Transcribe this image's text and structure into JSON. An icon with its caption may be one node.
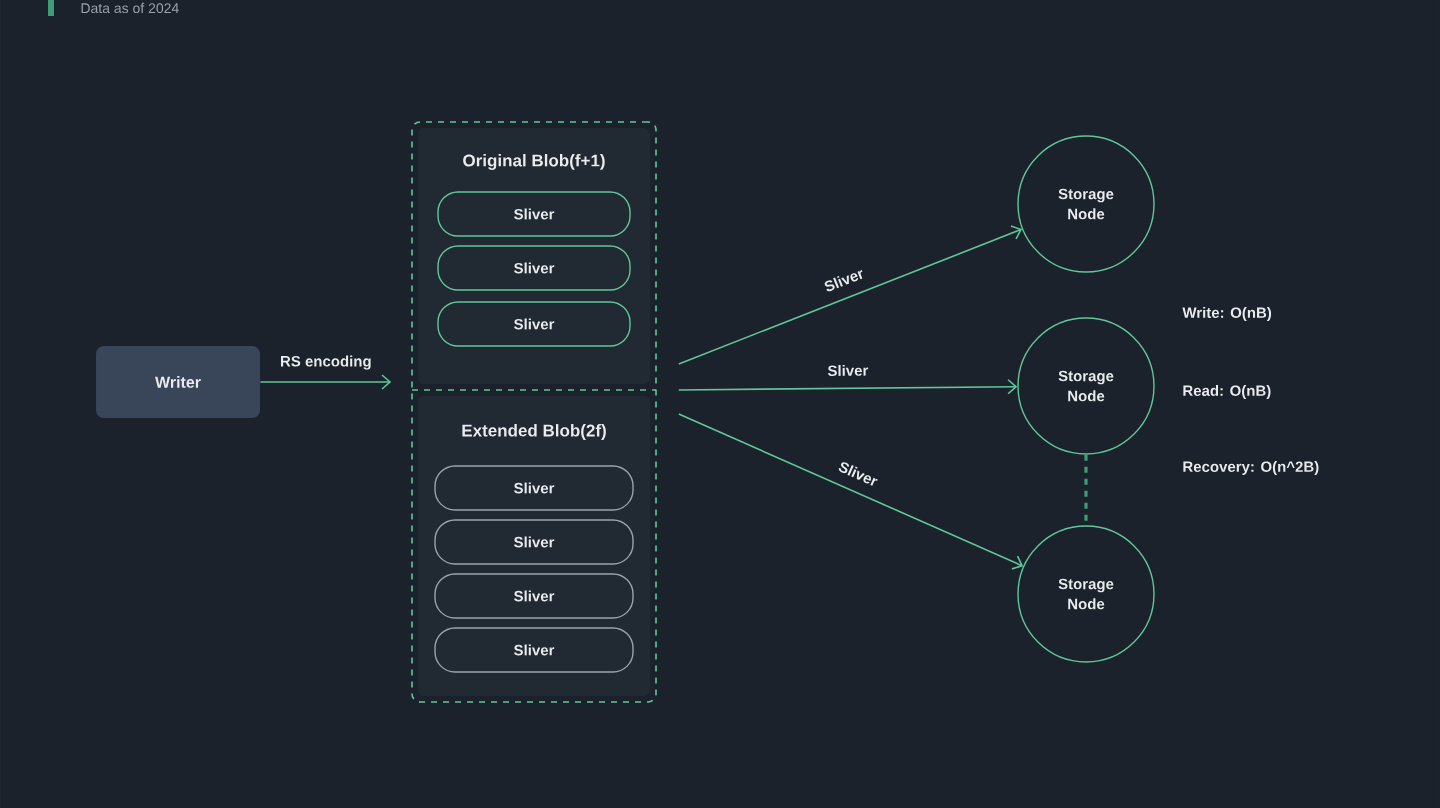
{
  "diagram": {
    "nodes": [
      {
        "text": [
          "Writer"
        ]
      },
      {
        "text": [],
        "shape": "box"
      },
      {
        "text": [
          "Original Blob(f+1)"
        ],
        "in": 1
      },
      {
        "text": [
          "Sliver"
        ],
        "in": 2
      },
      {
        "text": [
          "Sliver"
        ],
        "in": 2
      },
      {
        "text": [
          "Sliver"
        ],
        "in": 2
      },
      {
        "text": [
          "Extended Blob(2f)"
        ],
        "in": 1
      },
      {
        "text": [
          "Sliver"
        ],
        "in": 6
      },
      {
        "text": [
          "Sliver"
        ],
        "in": 6
      },
      {
        "text": [
          "Sliver"
        ],
        "in": 6
      },
      {
        "text": [
          "Sliver"
        ],
        "in": 6
      },
      {
        "text": [
          "Storage Node"
        ]
      },
      {
        "text": [
          "Storage Node"
        ],
        "beside": [
          "Write: O(nB)",
          "Read: O(nB)",
          "Recovery: O(n^2B)"
        ]
      },
      {
        "text": [
          "Storage Node"
        ]
      }
    ],
    "edges": [
      {
        "from": 0,
        "to": 1,
        "arrow": "to",
        "label": "RS encoding"
      },
      {
        "from": 1,
        "to": 11,
        "arrow": "to",
        "label": "Sliver"
      },
      {
        "from": 1,
        "to": 12,
        "arrow": "to",
        "label": "Sliver"
      },
      {
        "from": 1,
        "to": 13,
        "arrow": "to",
        "label": "Sliver"
      },
      {
        "from": 12,
        "to": 13,
        "arrow": "none",
        "style": "dashed"
      }
    ],
    "labels": [
      "Data as of 2024"
    ]
  }
}
